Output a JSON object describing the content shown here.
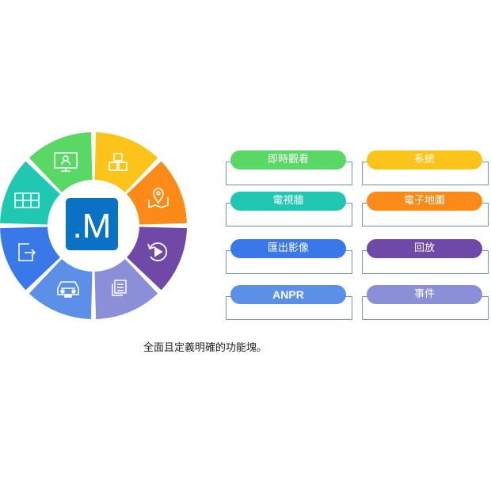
{
  "logo": {
    "text": ".M",
    "bg": "#0a72c4"
  },
  "wheel": {
    "segments": [
      {
        "icon": "cubes-icon",
        "color": "#fcc419"
      },
      {
        "icon": "map-pin-icon",
        "color": "#fb8b16"
      },
      {
        "icon": "replay-icon",
        "color": "#7048a8"
      },
      {
        "icon": "documents-icon",
        "color": "#8a8fd8"
      },
      {
        "icon": "car-icon",
        "color": "#5b8fe8"
      },
      {
        "icon": "export-icon",
        "color": "#3978e8"
      },
      {
        "icon": "grid-icon",
        "color": "#20c8b2"
      },
      {
        "icon": "monitor-user-icon",
        "color": "#5ad865"
      }
    ]
  },
  "features": [
    {
      "label": "即時觀看",
      "color": "#5ad865"
    },
    {
      "label": "系統",
      "color": "#fcc419"
    },
    {
      "label": "電視牆",
      "color": "#20c8b2"
    },
    {
      "label": "電子地圖",
      "color": "#fb8b16"
    },
    {
      "label": "匯出影像",
      "color": "#3978e8"
    },
    {
      "label": "回放",
      "color": "#7048a8"
    },
    {
      "label": "ANPR",
      "color": "#5b8fe8"
    },
    {
      "label": "事件",
      "color": "#8a8fd8"
    }
  ],
  "caption": "全面且定義明確的功能塊。"
}
